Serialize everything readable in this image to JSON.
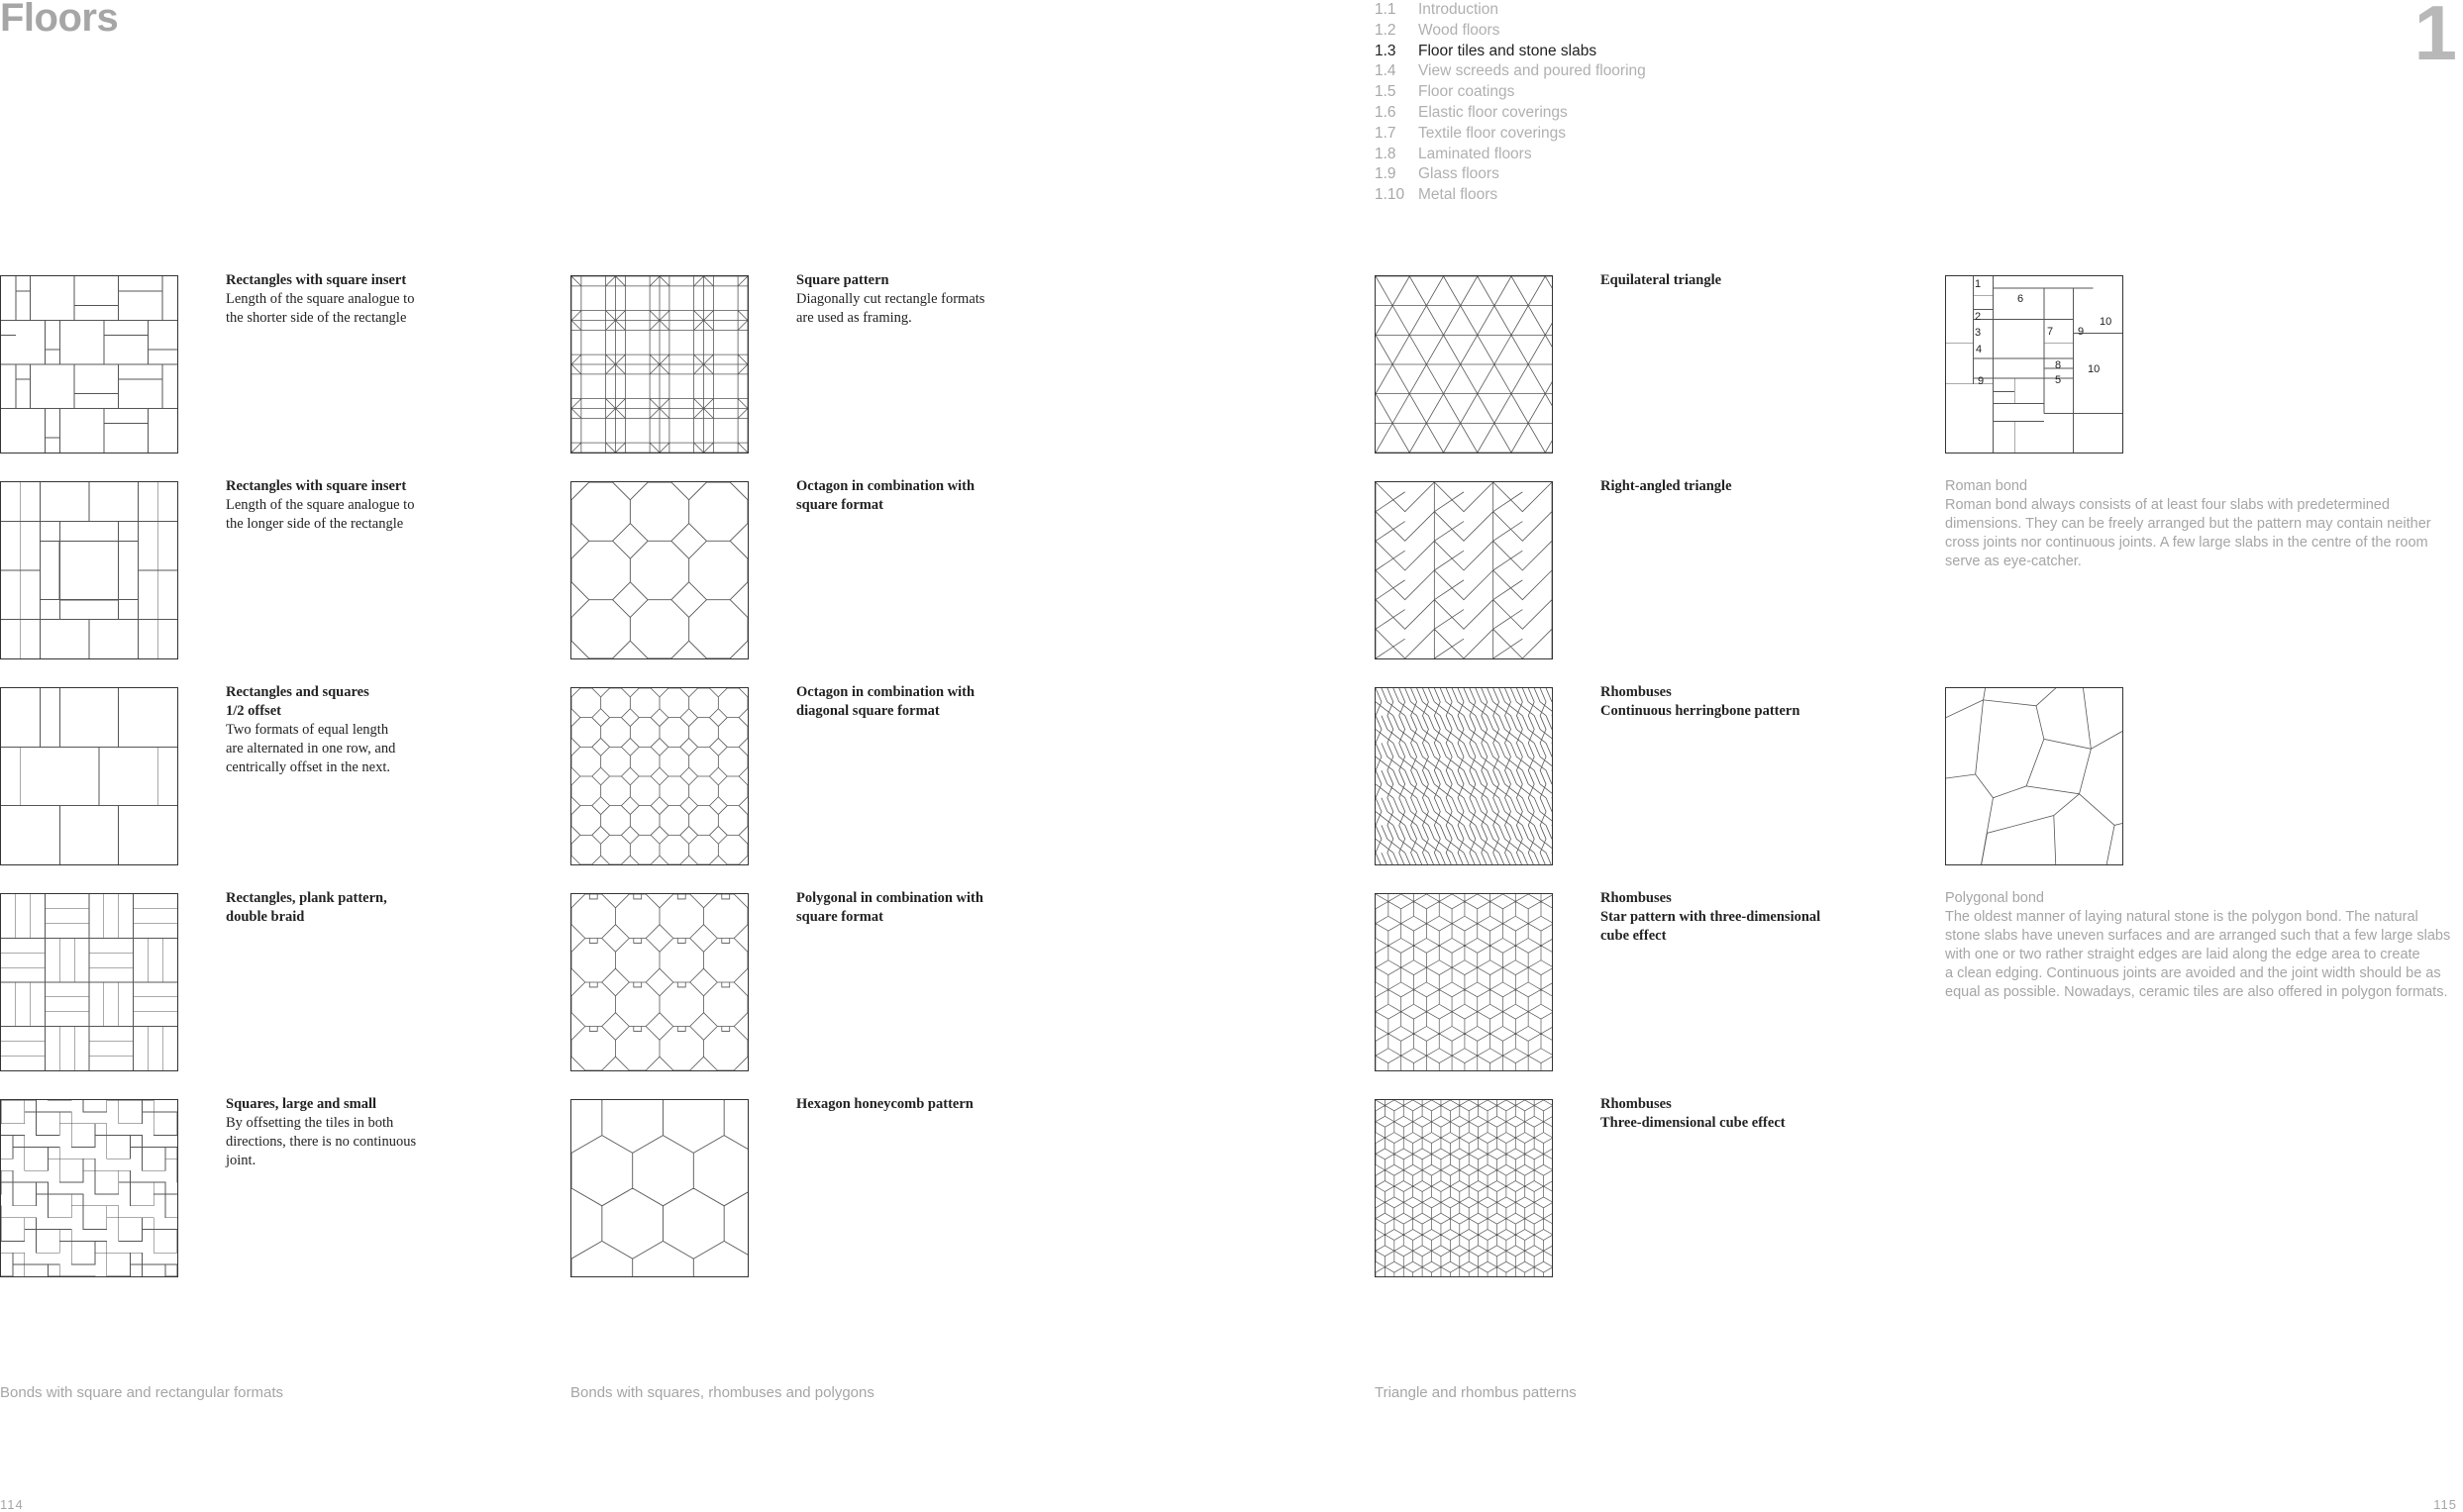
{
  "header": {
    "title": "Floors",
    "chapter": "1"
  },
  "toc": [
    {
      "num": "1.1",
      "label": "Introduction"
    },
    {
      "num": "1.2",
      "label": "Wood floors"
    },
    {
      "num": "1.3",
      "label": "Floor tiles and stone slabs",
      "active": true
    },
    {
      "num": "1.4",
      "label": "View screeds and poured flooring"
    },
    {
      "num": "1.5",
      "label": "Floor coatings"
    },
    {
      "num": "1.6",
      "label": "Elastic floor coverings"
    },
    {
      "num": "1.7",
      "label": "Textile floor coverings"
    },
    {
      "num": "1.8",
      "label": "Laminated floors"
    },
    {
      "num": "1.9",
      "label": "Glass floors"
    },
    {
      "num": "1.10",
      "label": "Metal floors"
    }
  ],
  "columns": {
    "c1": {
      "footer": "Bonds with square and rectangular formats",
      "items": [
        {
          "heading": "Rectangles with square insert",
          "lines": [
            "Length of the square analogue to",
            "the shorter side of the rectangle"
          ]
        },
        {
          "heading": "Rectangles with square insert",
          "lines": [
            "Length of the square analogue to",
            "the longer side of the rectangle"
          ]
        },
        {
          "heading": "Rectangles and squares",
          "lines": [
            "1/2 offset"
          ],
          "extra": [
            "Two formats of equal length",
            "are alternated in one row, and",
            "centrically offset in the next."
          ]
        },
        {
          "heading": "Rectangles, plank pattern,",
          "lines": [
            "double braid"
          ]
        },
        {
          "heading": "Squares, large and small",
          "lines": [],
          "extra": [
            "By offsetting the tiles in both",
            "directions, there is no continuous",
            "joint."
          ]
        }
      ]
    },
    "c2": {
      "footer": "Bonds with squares, rhombuses and polygons",
      "items": [
        {
          "heading": "Square pattern",
          "lines": [],
          "extra": [
            "Diagonally cut rectangle formats",
            "are used as framing."
          ]
        },
        {
          "heading": "Octagon in combination with",
          "lines": [
            "square format"
          ]
        },
        {
          "heading": "Octagon in combination with",
          "lines": [
            "diagonal square format"
          ]
        },
        {
          "heading": "Polygonal in combination with",
          "lines": [
            "square format"
          ]
        },
        {
          "heading": "Hexagon honeycomb pattern",
          "lines": []
        }
      ]
    },
    "c3": {
      "footer": "Triangle and rhombus patterns",
      "items": [
        {
          "heading": "Equilateral triangle",
          "lines": []
        },
        {
          "heading": "Right-angled triangle",
          "lines": []
        },
        {
          "heading": "Rhombuses",
          "lines": [
            "Continuous herringbone pattern"
          ]
        },
        {
          "heading": "Rhombuses",
          "lines": [
            "Star pattern with three-dimensional",
            "cube effect"
          ]
        },
        {
          "heading": "Rhombuses",
          "lines": [
            "Three-dimensional cube effect"
          ]
        }
      ]
    }
  },
  "roman": {
    "labels": [
      "1",
      "6",
      "2",
      "10",
      "3",
      "7",
      "9",
      "4",
      "8",
      "10",
      "9",
      "5"
    ],
    "title": "Roman bond",
    "lines": [
      "Roman bond always consists of at least four slabs with predetermined",
      "dimensions. They can be freely arranged but the pattern may contain neither",
      "cross joints nor continuous joints. A few large slabs in the centre of the room",
      "serve as eye-catcher."
    ]
  },
  "polygonal": {
    "title": "Polygonal bond",
    "lines": [
      "The oldest manner of laying natural stone is the polygon bond. The natural",
      "stone slabs have uneven surfaces and are arranged such that a few large slabs",
      "with one or two rather straight edges are laid along the edge area to create",
      "a clean edging. Continuous joints are avoided and the joint width should be as",
      "equal as possible. Nowadays, ceramic tiles are also offered in polygon formats."
    ]
  },
  "pages": {
    "left": "114",
    "right": "115"
  }
}
